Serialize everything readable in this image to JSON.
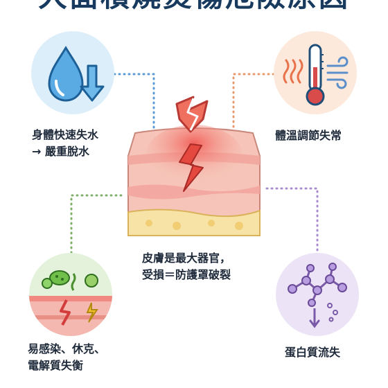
{
  "title": "大面積燒燙傷危險原因",
  "center": {
    "line1": "皮膚是最大器官，",
    "line2": "受損＝防護罩破裂"
  },
  "items": [
    {
      "line1": "身體快速失水",
      "line2": "→ 嚴重脫水",
      "icon": "water-drop-down-arrow-icon"
    },
    {
      "line1": "體溫調節失常",
      "icon": "thermometer-heat-wind-icon"
    },
    {
      "line1": "易感染、休克、",
      "line2": "電解質失衡",
      "icon": "germs-broken-skin-icon"
    },
    {
      "line1": "蛋白質流失",
      "icon": "protein-molecule-icon"
    }
  ],
  "colors": {
    "title": "#173a5e",
    "connector_blue": "#5b9bd5",
    "connector_orange": "#e8996b",
    "connector_green": "#7fb069",
    "connector_purple": "#a98bcf",
    "crack": "#e04848"
  }
}
